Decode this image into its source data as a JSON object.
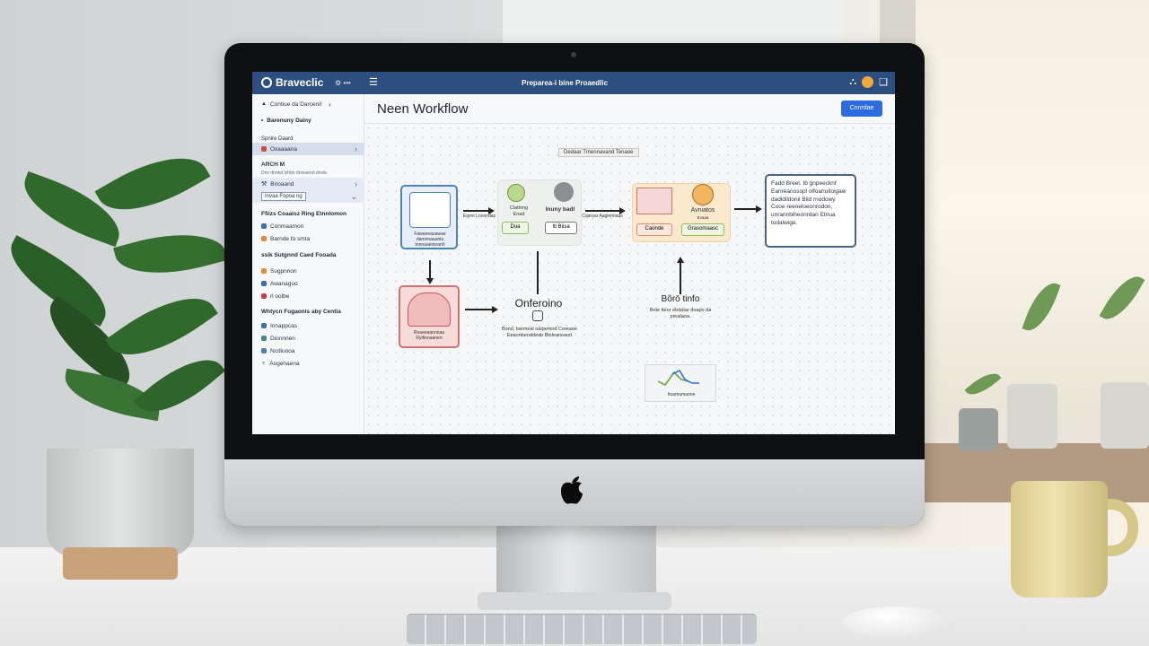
{
  "app": {
    "brand": "Braveclic",
    "top_sub": "⚙ ••• ",
    "window_title": "Preparea-i bine Proaedlic"
  },
  "sidebar": {
    "items": [
      {
        "label": "Contiue da Darcenil",
        "icon": "chevron-right"
      },
      {
        "label": "Barenuny Dainy",
        "type": "header"
      },
      {
        "label": "Spnlre Daard",
        "type": "subhead"
      },
      {
        "label": "Oxaaaana",
        "active": true
      },
      {
        "label": "ARCH M"
      },
      {
        "label": "Dnv dnnnd lzhbn dnniaend dnvia",
        "type": "note"
      },
      {
        "label": "Bnoaand",
        "active2": true
      },
      {
        "label": "Invaa Fopoa ng",
        "input": true
      },
      {
        "label": "Ffiizs Coaaisz Ring Etnnlomon",
        "type": "header"
      },
      {
        "label": "Conmaamon"
      },
      {
        "label": "Barnde fo smta"
      },
      {
        "label": "ssik Sutgnnd Caed Fooada",
        "type": "header"
      },
      {
        "label": "Sugpnnon"
      },
      {
        "label": "Awanaguo"
      },
      {
        "label": "rl oolbe"
      },
      {
        "label": "Whtycn Fugaonis aby Centia",
        "type": "header"
      },
      {
        "label": "Innappcas"
      },
      {
        "label": "Dionnnen"
      },
      {
        "label": "Ncdiuooa"
      },
      {
        "label": "Augenaena"
      }
    ]
  },
  "main": {
    "title": "Neen Workflow",
    "create_label": "Cnnrdae"
  },
  "canvas": {
    "top_tag": "Dedaar Tmennavand Tenaoe",
    "node1_label": "Fawaneauawae damnnaaanla tonnaaeinnanh",
    "arrow1_label": "Eqvnt Lnonndas",
    "node2_left_label": "Clatinng Enad",
    "node2_right_label": "Inuny badl",
    "node2_btn_left": "Dua",
    "node2_btn_right": "Iti Biisa",
    "arrow2_label": "Cqaroar Aagiemtaas",
    "node3_label": "Avniatos",
    "node3_sub": "Evaaa",
    "node3_btn_left": "Caonde",
    "node3_btn_right": "Grasomaasc",
    "note_text": "Fadd Breel. Ib gnpeecknf Eanreanosopl olfoanuitoigaw dadldildonil Bild rnodowy Cooe reeoeloeonrodon, unrannbiheonrdan Etriua todalwige.",
    "node4_label": "Rnaeeaannnaa Ryifinoaanen",
    "center_title": "Onferoino",
    "center_sub": "Bond, barmeal oalpemod Coreaoe Eeaonbenddeab Bloleanoaod",
    "right_title": "Bõrō tinfo",
    "right_sub": "Bnte tteor ebdatar doapo da prnalaoa.",
    "chart_label": "hoarnumaone"
  },
  "colors": {
    "topbar": "#2d4f7f",
    "accent": "#2d6be0",
    "node_blue": "#4d84b6",
    "node_green": "#9cc36b",
    "node_orange": "#f0b25f",
    "node_red": "#d27072",
    "note_border": "#4a6583"
  }
}
